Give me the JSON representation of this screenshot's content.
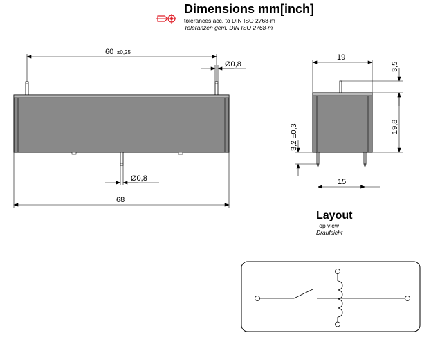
{
  "header": {
    "title": "Dimensions mm[inch]",
    "tolerance_en": "tolerances acc. to DIN ISO 2768-m",
    "tolerance_de": "Toleranzen gem. DIN ISO 2768-m"
  },
  "side_view": {
    "pin_spacing_value": "60",
    "pin_spacing_tol": "±0,25",
    "pin_dia_top": "Ø0,8",
    "pin_dia_bottom": "Ø0,8",
    "length": "68"
  },
  "end_view": {
    "width": "19",
    "pin_top": "3,5",
    "height": "19,8",
    "pin_bottom": "3,2 ±0,3",
    "pin_pitch": "15"
  },
  "layout": {
    "title": "Layout",
    "subtitle_en": "Top view",
    "subtitle_de": "Draufsicht"
  },
  "colors": {
    "body_fill": "#898989",
    "body_top": "#b9b9b9",
    "tolerance_icon": "#e0202a"
  }
}
